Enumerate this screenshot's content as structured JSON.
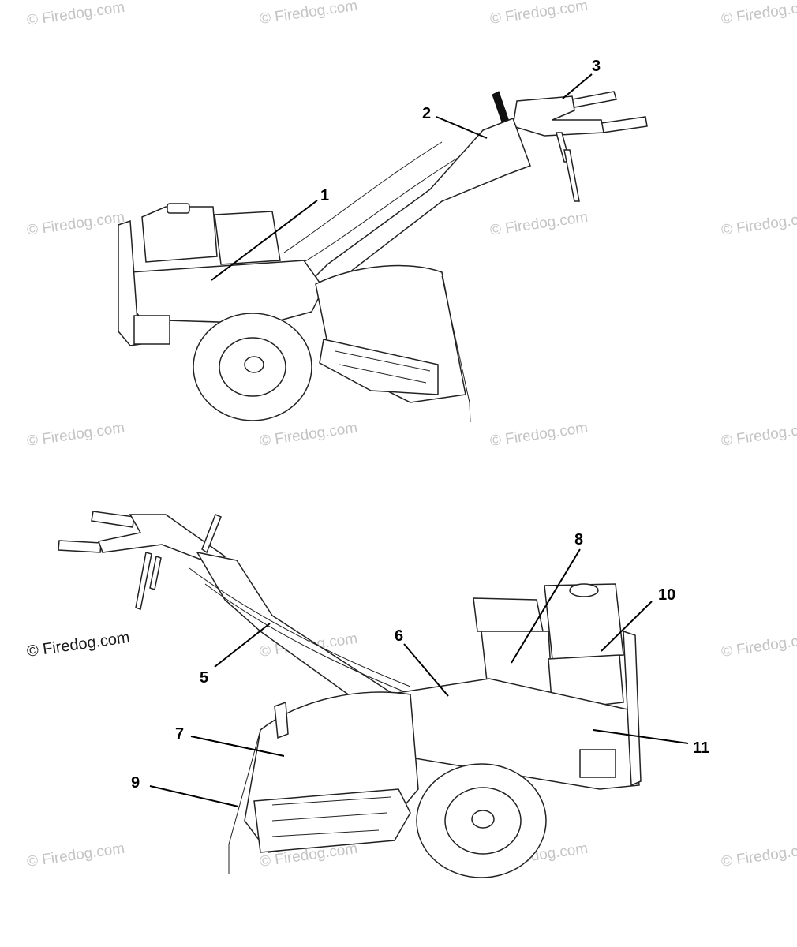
{
  "watermark": {
    "text": "© Firedog.com"
  },
  "callouts": {
    "c1": "1",
    "c2": "2",
    "c3": "3",
    "c5": "5",
    "c6": "6",
    "c7": "7",
    "c8": "8",
    "c9": "9",
    "c10": "10",
    "c11": "11"
  },
  "colors": {
    "line": "#000000",
    "watermark": "#c4c4c4",
    "background": "#ffffff"
  }
}
